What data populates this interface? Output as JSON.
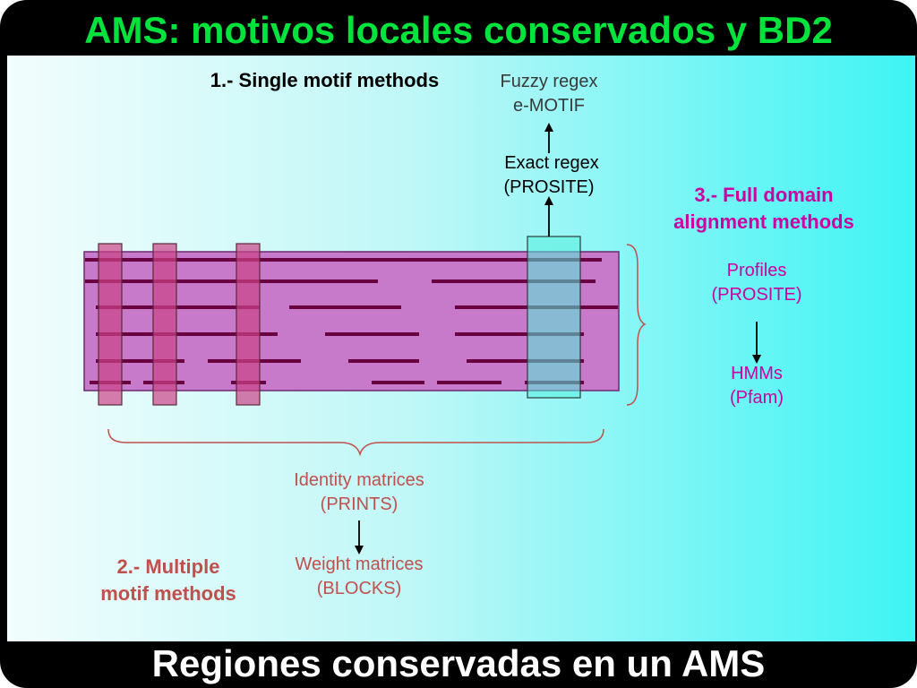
{
  "title": "AMS: motivos locales conservados y BD2",
  "footer": "Regiones conservadas en un AMS",
  "single_motif": {
    "heading": "1.- Single motif methods",
    "fuzzy": "Fuzzy regex",
    "emotif": "e-MOTIF",
    "exact": "Exact regex",
    "prosite": "(PROSITE)"
  },
  "full_domain": {
    "heading_line1": "3.- Full domain",
    "heading_line2": "alignment methods",
    "profiles": "Profiles",
    "profiles_db": "(PROSITE)",
    "hmms": "HMMs",
    "hmms_db": "(Pfam)"
  },
  "multiple_motif": {
    "heading_line1": "2.- Multiple",
    "heading_line2": "motif methods",
    "identity": "Identity matrices",
    "identity_db": "(PRINTS)",
    "weight": "Weight matrices",
    "weight_db": "(BLOCKS)"
  },
  "colors": {
    "title_green": "#00e33c",
    "magenta": "#cc00a0",
    "rust": "#c0504d",
    "gray_text": "#3a3a3a",
    "alignment_fill": "#c77ac9",
    "sequence_line": "#6a0040",
    "motif_block": "#cc4488",
    "domain_block": "#55efdd"
  }
}
